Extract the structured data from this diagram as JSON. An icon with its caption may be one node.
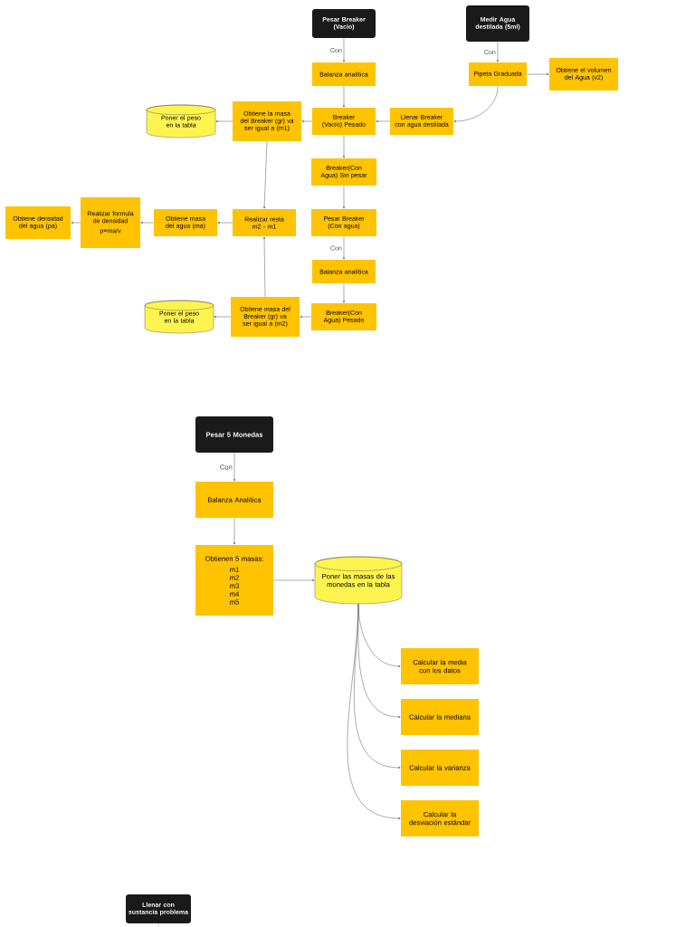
{
  "diagram": {
    "nodes": [
      {
        "text": [
          "Pesar Breaker (Vacío)"
        ]
      },
      {
        "text": [
          "Medir Agua destilada (5ml)"
        ]
      },
      {
        "text": [
          "Balanza analítica"
        ]
      },
      {
        "text": [
          "Pipeta Graduada"
        ]
      },
      {
        "text": [
          "Obtiene el volumen del Agua (v2)"
        ]
      },
      {
        "text": [
          "Breaker (Vacío) Pesado"
        ]
      },
      {
        "text": [
          "Llenar Breaker con agua destilada"
        ]
      },
      {
        "text": [
          "Obtiene la masa del Breaker (gr) va ser igual a (m1)"
        ]
      },
      {
        "text": [
          "Poner el peso en la tabla"
        ]
      },
      {
        "text": [
          "Breaker(Con Agua) Sin pesar"
        ]
      },
      {
        "text": [
          "Pesar Breaker (Con agua)"
        ]
      },
      {
        "text": [
          "Balanza analítica"
        ]
      },
      {
        "text": [
          "Breaker(Con Agua) Pesado"
        ]
      },
      {
        "text": [
          "Obtiene masa del Breaker (gr) va ser igual a (m2)"
        ]
      },
      {
        "text": [
          "Poner el peso en la tabla"
        ]
      },
      {
        "text": [
          "Realizar resta m2 - m1"
        ]
      },
      {
        "text": [
          "Obtiene masa del agua (ma)"
        ]
      },
      {
        "text": [
          "Realizar formula de densidad",
          "ρ=ma/v"
        ]
      },
      {
        "text": [
          "Obtiene densidad del agua (ρa)"
        ]
      },
      {
        "text": [
          "Pesar 5 Monedas"
        ]
      },
      {
        "text": [
          "Balanza Analítica"
        ]
      },
      {
        "text": [
          "Obtienen 5 masas:",
          "m1",
          "m2",
          "m3",
          "m4",
          "m5"
        ]
      },
      {
        "text": [
          "Poner las masas de las monedas en la tabla"
        ]
      },
      {
        "text": [
          "Calcular la media con los datos"
        ]
      },
      {
        "text": [
          "Calcular la mediana"
        ]
      },
      {
        "text": [
          "Calcular la varianza"
        ]
      },
      {
        "text": [
          "Calcular la desviación estándar"
        ]
      },
      {
        "text": [
          "Llenar con sustancia problema"
        ]
      }
    ],
    "edges": [
      {
        "from": 0,
        "to": 2,
        "arrow": "to",
        "label": "Con"
      },
      {
        "from": 2,
        "to": 5,
        "arrow": "to"
      },
      {
        "from": 1,
        "to": 3,
        "arrow": "to",
        "label": "Con"
      },
      {
        "from": 3,
        "to": 4,
        "arrow": "to"
      },
      {
        "from": 3,
        "to": 6,
        "arrow": "to"
      },
      {
        "from": 6,
        "to": 5,
        "arrow": "to"
      },
      {
        "from": 5,
        "to": 7,
        "arrow": "to"
      },
      {
        "from": 7,
        "to": 8,
        "arrow": "to"
      },
      {
        "from": 5,
        "to": 9,
        "arrow": "to"
      },
      {
        "from": 9,
        "to": 10,
        "arrow": "to"
      },
      {
        "from": 10,
        "to": 11,
        "arrow": "to",
        "label": "Con"
      },
      {
        "from": 11,
        "to": 12,
        "arrow": "to"
      },
      {
        "from": 12,
        "to": 13,
        "arrow": "to"
      },
      {
        "from": 13,
        "to": 14,
        "arrow": "to"
      },
      {
        "from": 7,
        "to": 15,
        "arrow": "to"
      },
      {
        "from": 13,
        "to": 15,
        "arrow": "to"
      },
      {
        "from": 15,
        "to": 16,
        "arrow": "to"
      },
      {
        "from": 16,
        "to": 17,
        "arrow": "to"
      },
      {
        "from": 17,
        "to": 18,
        "arrow": "to"
      },
      {
        "from": 19,
        "to": 20,
        "arrow": "to",
        "label": "Con"
      },
      {
        "from": 20,
        "to": 21,
        "arrow": "to"
      },
      {
        "from": 21,
        "to": 22,
        "arrow": "to"
      },
      {
        "from": 22,
        "to": 23,
        "arrow": "to"
      },
      {
        "from": 22,
        "to": 24,
        "arrow": "to"
      },
      {
        "from": 22,
        "to": 25,
        "arrow": "to"
      },
      {
        "from": 22,
        "to": 26,
        "arrow": "to"
      },
      {
        "from": 27,
        "to": null,
        "arrow": "none"
      }
    ]
  }
}
